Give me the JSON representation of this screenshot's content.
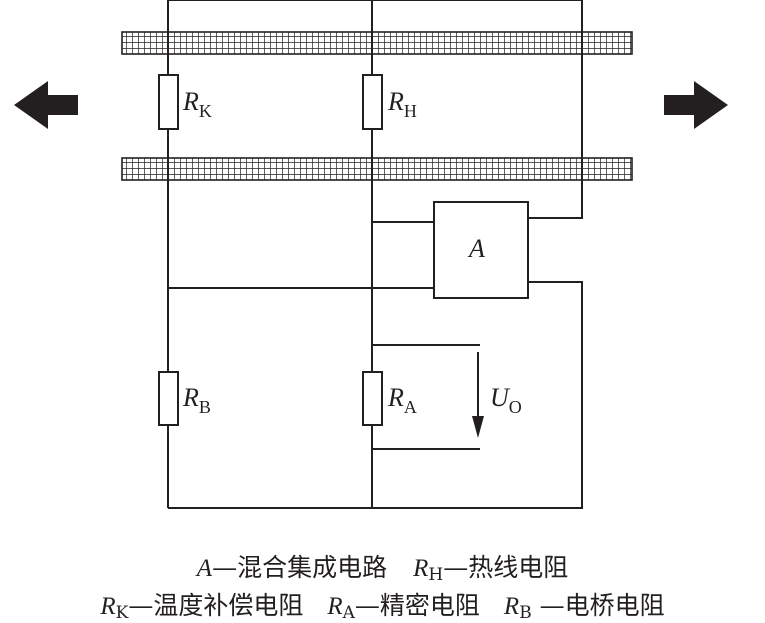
{
  "components": {
    "amplifier": "A",
    "rk": {
      "sym": "R",
      "sub": "K"
    },
    "rh": {
      "sym": "R",
      "sub": "H"
    },
    "rb": {
      "sym": "R",
      "sub": "B"
    },
    "ra": {
      "sym": "R",
      "sub": "A"
    },
    "uo": {
      "sym": "U",
      "sub": "O"
    }
  },
  "legend": {
    "line1": {
      "a_sym": "A",
      "a_text": "—混合集成电路",
      "rh_sym": "R",
      "rh_sub": "H",
      "rh_text": "—热线电阻"
    },
    "line2": {
      "rk_sym": "R",
      "rk_sub": "K",
      "rk_text": "—温度补偿电阻",
      "ra_sym": "R",
      "ra_sub": "A",
      "ra_text": "—精密电阻",
      "rb_sym": "R",
      "rb_sub": "B",
      "rb_text": " —电桥电阻"
    }
  },
  "colors": {
    "ink": "#231f20",
    "background": "#ffffff"
  }
}
